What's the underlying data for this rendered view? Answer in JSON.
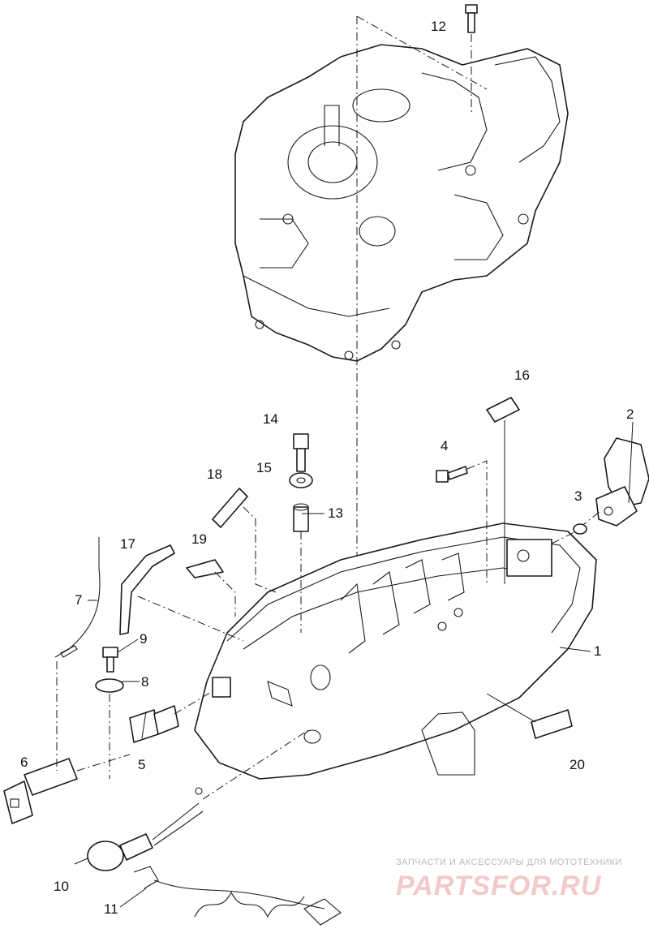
{
  "callouts": [
    "1",
    "2",
    "3",
    "4",
    "5",
    "6",
    "7",
    "8",
    "9",
    "10",
    "11",
    "12",
    "13",
    "14",
    "15",
    "16",
    "17",
    "18",
    "19",
    "20"
  ],
  "watermark": {
    "line1": "ЗАПЧАСТИ И АКСЕССУАРЫ ДЛЯ МОТОТЕХНИКИ",
    "line2": "PARTSFOR.RU"
  }
}
